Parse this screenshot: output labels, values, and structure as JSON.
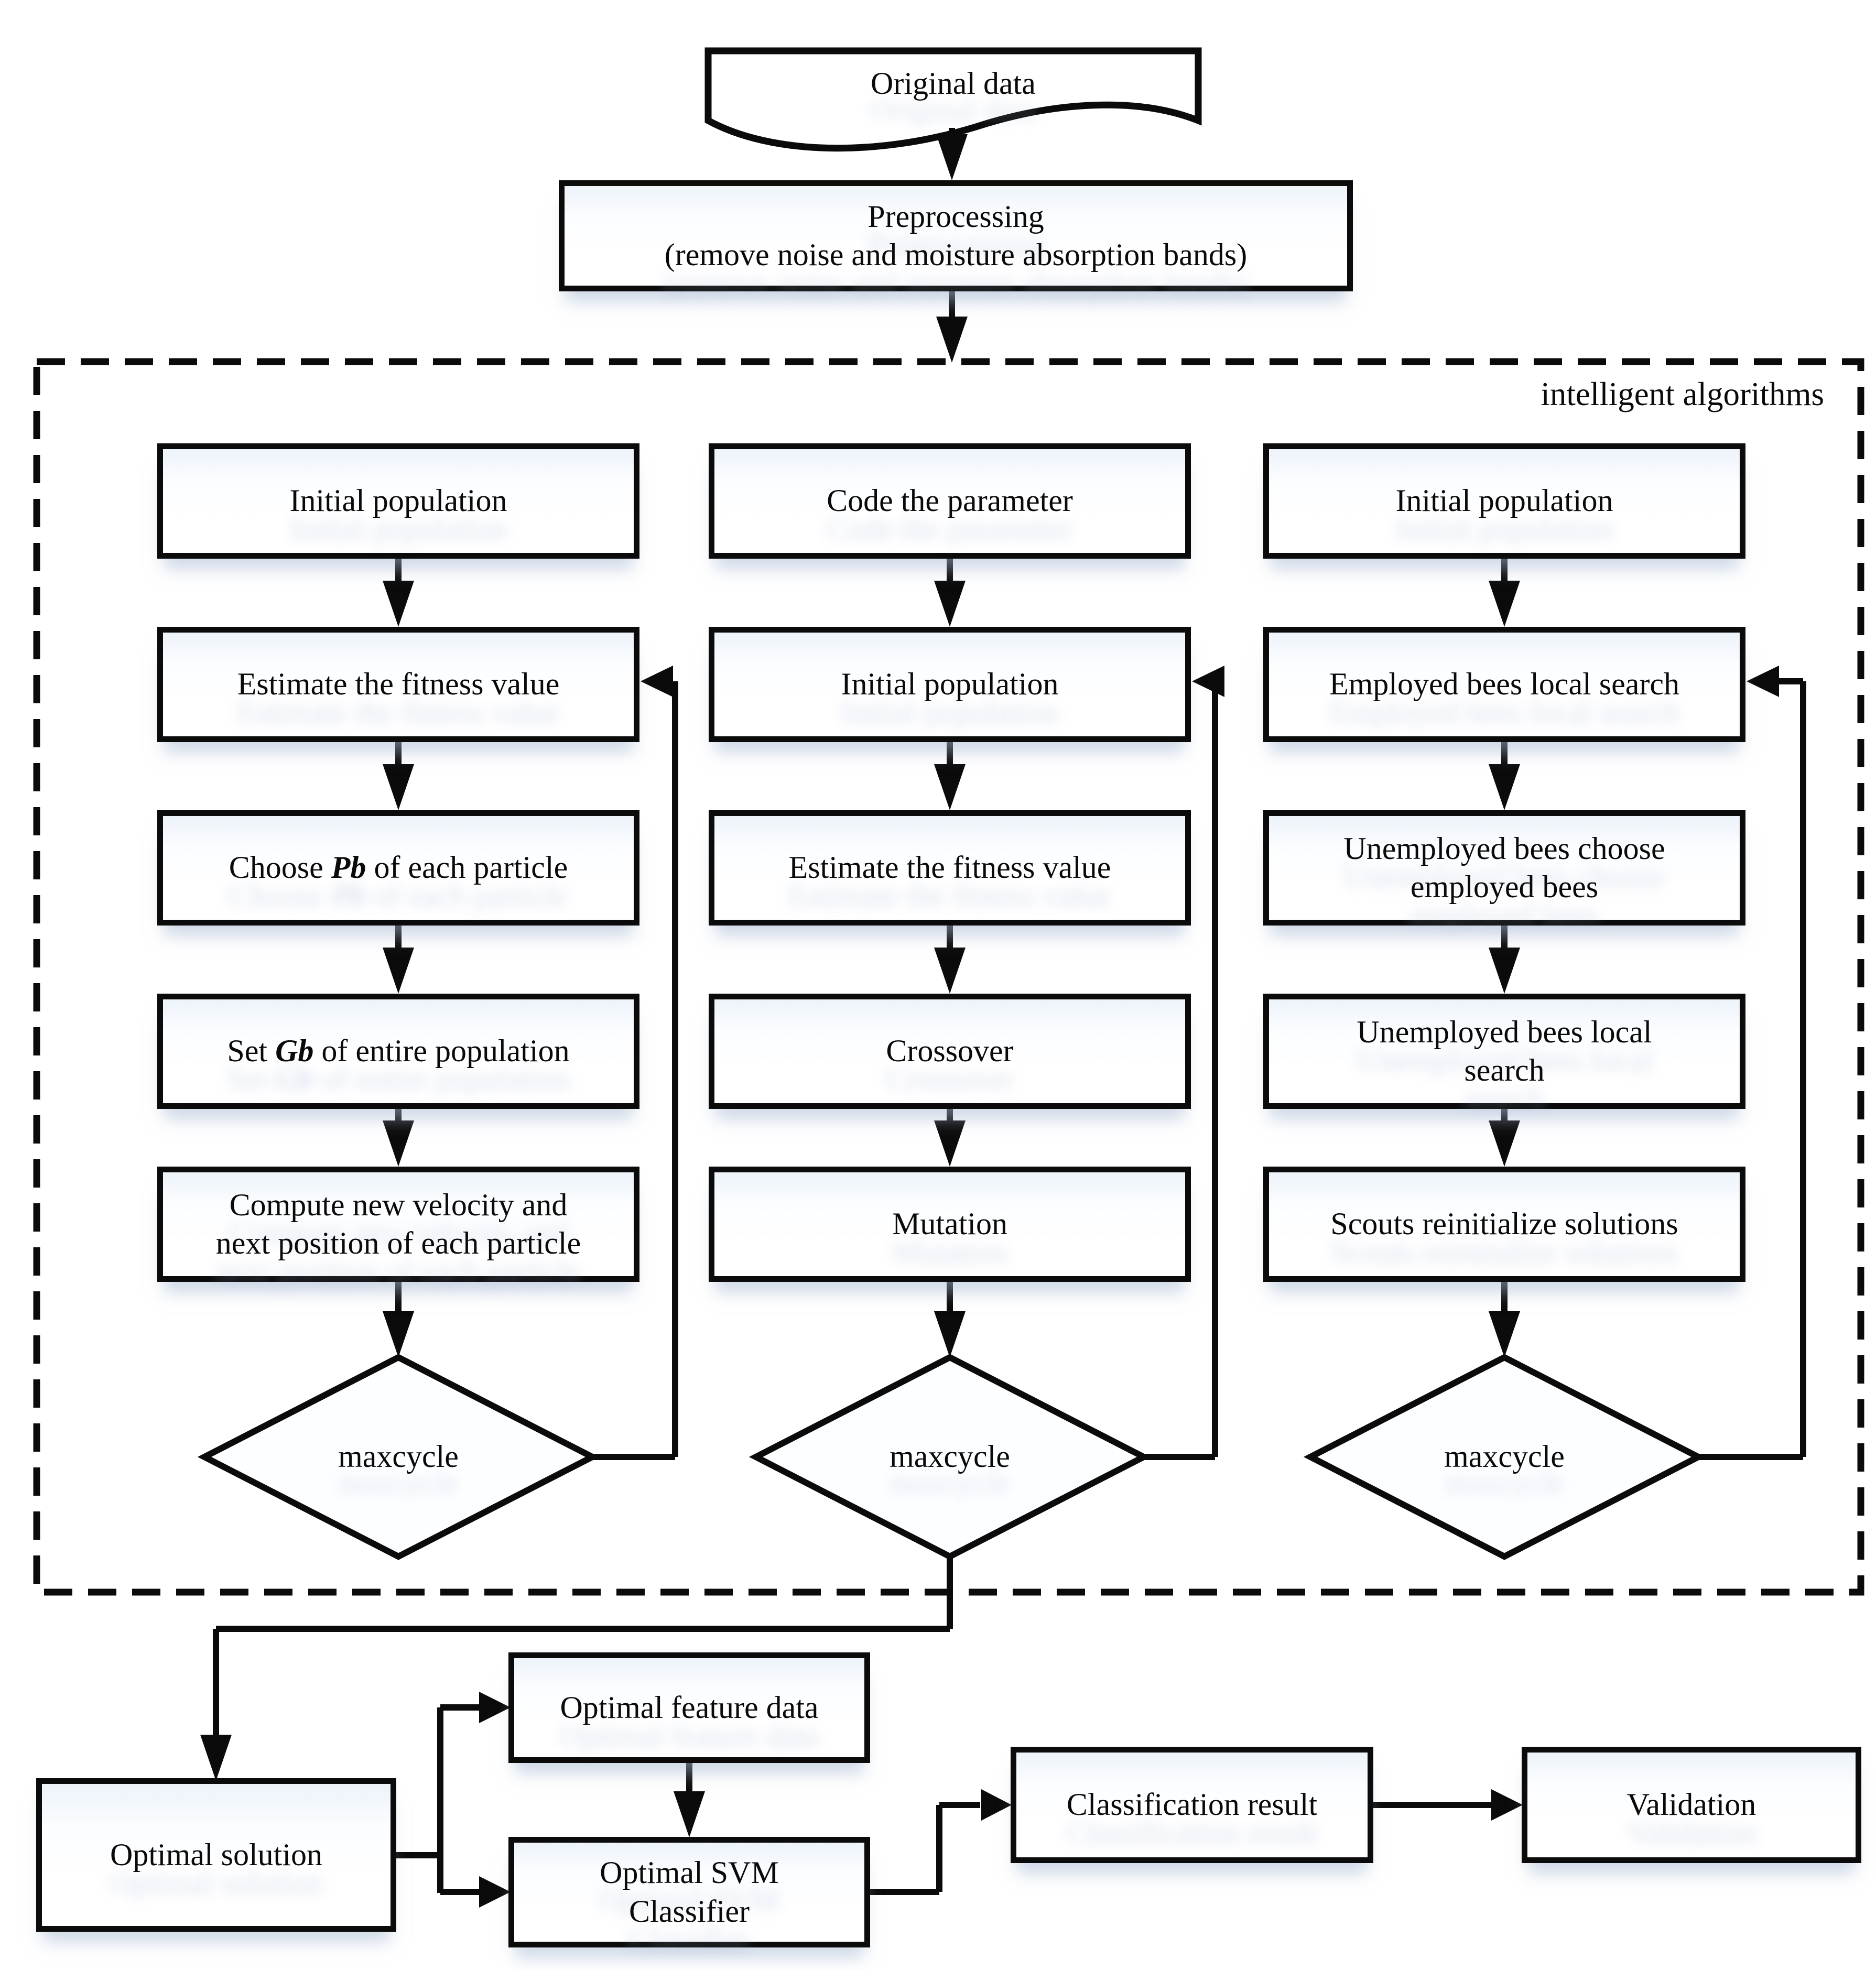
{
  "flowchart": {
    "source": {
      "original_data": "Original data"
    },
    "preprocessing": {
      "title": "Preprocessing",
      "subtitle": "(remove noise and moisture absorption bands)"
    },
    "container": {
      "label": "intelligent algorithms"
    },
    "pso": {
      "initial_population": "Initial population",
      "estimate_fitness": "Estimate the fitness value",
      "choose_pb_pre": "Choose ",
      "choose_pb_var": "Pb",
      "choose_pb_post": " of each particle",
      "set_gb_pre": "Set ",
      "set_gb_var": "Gb",
      "set_gb_post": " of entire population",
      "compute_velocity": "Compute new velocity and next position of each particle",
      "decision": "maxcycle"
    },
    "ga": {
      "code_parameter": "Code the parameter",
      "initial_population": "Initial population",
      "estimate_fitness": "Estimate the fitness value",
      "crossover": "Crossover",
      "mutation": "Mutation",
      "decision": "maxcycle"
    },
    "abc": {
      "initial_population": "Initial population",
      "employed_local_search": "Employed bees local search",
      "unemployed_choose": "Unemployed bees choose employed bees",
      "unemployed_local_search": "Unemployed bees local search",
      "scouts_reinitialize": "Scouts reinitialize solutions",
      "decision": "maxcycle"
    },
    "output": {
      "optimal_solution": "Optimal solution",
      "optimal_feature_data": "Optimal feature data",
      "optimal_svm_line1": "Optimal SVM",
      "optimal_svm_line2": "Classifier",
      "classification_result": "Classification result",
      "validation": "Validation"
    }
  },
  "colors": {
    "ink": "#0b0b0b",
    "box_fill": "#ffffff",
    "box_fill_top": "#edf3fa",
    "soft_shadow": "rgba(168,186,212,0.5)"
  }
}
